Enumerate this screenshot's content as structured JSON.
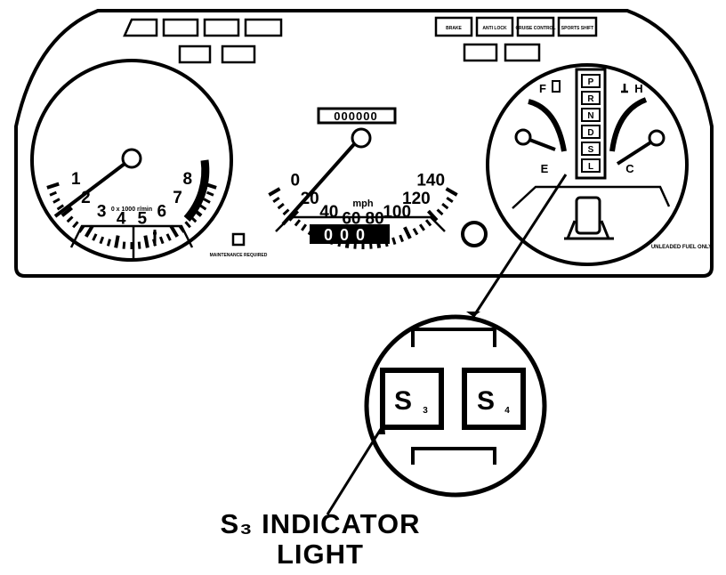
{
  "tachometer": {
    "numerals": [
      "1",
      "2",
      "3",
      "4",
      "5",
      "6",
      "7",
      "8"
    ],
    "units": "0 x 1000 r/min"
  },
  "speedometer": {
    "numerals": [
      "0",
      "20",
      "40",
      "60",
      "80",
      "100",
      "120",
      "140"
    ],
    "units": "mph",
    "odometer": "000000",
    "trip_meter": "000"
  },
  "fuel_gauge": {
    "full": "F",
    "empty": "E"
  },
  "temp_gauge": {
    "hot": "H",
    "cold": "C"
  },
  "right_cluster_label": "UNLEADED FUEL ONLY",
  "indicators": {
    "top_right": [
      "BRAKE",
      "ANTI LOCK",
      "CRUISE CONTROL",
      "SPORTS SHIFT"
    ],
    "bottom_left_caption": "MAINTENANCE REQUIRED",
    "shift_positions": [
      "P",
      "R",
      "N",
      "D",
      "S",
      "L"
    ]
  },
  "callout": {
    "boxes": [
      "S3",
      "S4"
    ],
    "caption_line1": "S₃ INDICATOR",
    "caption_line2": "LIGHT"
  }
}
